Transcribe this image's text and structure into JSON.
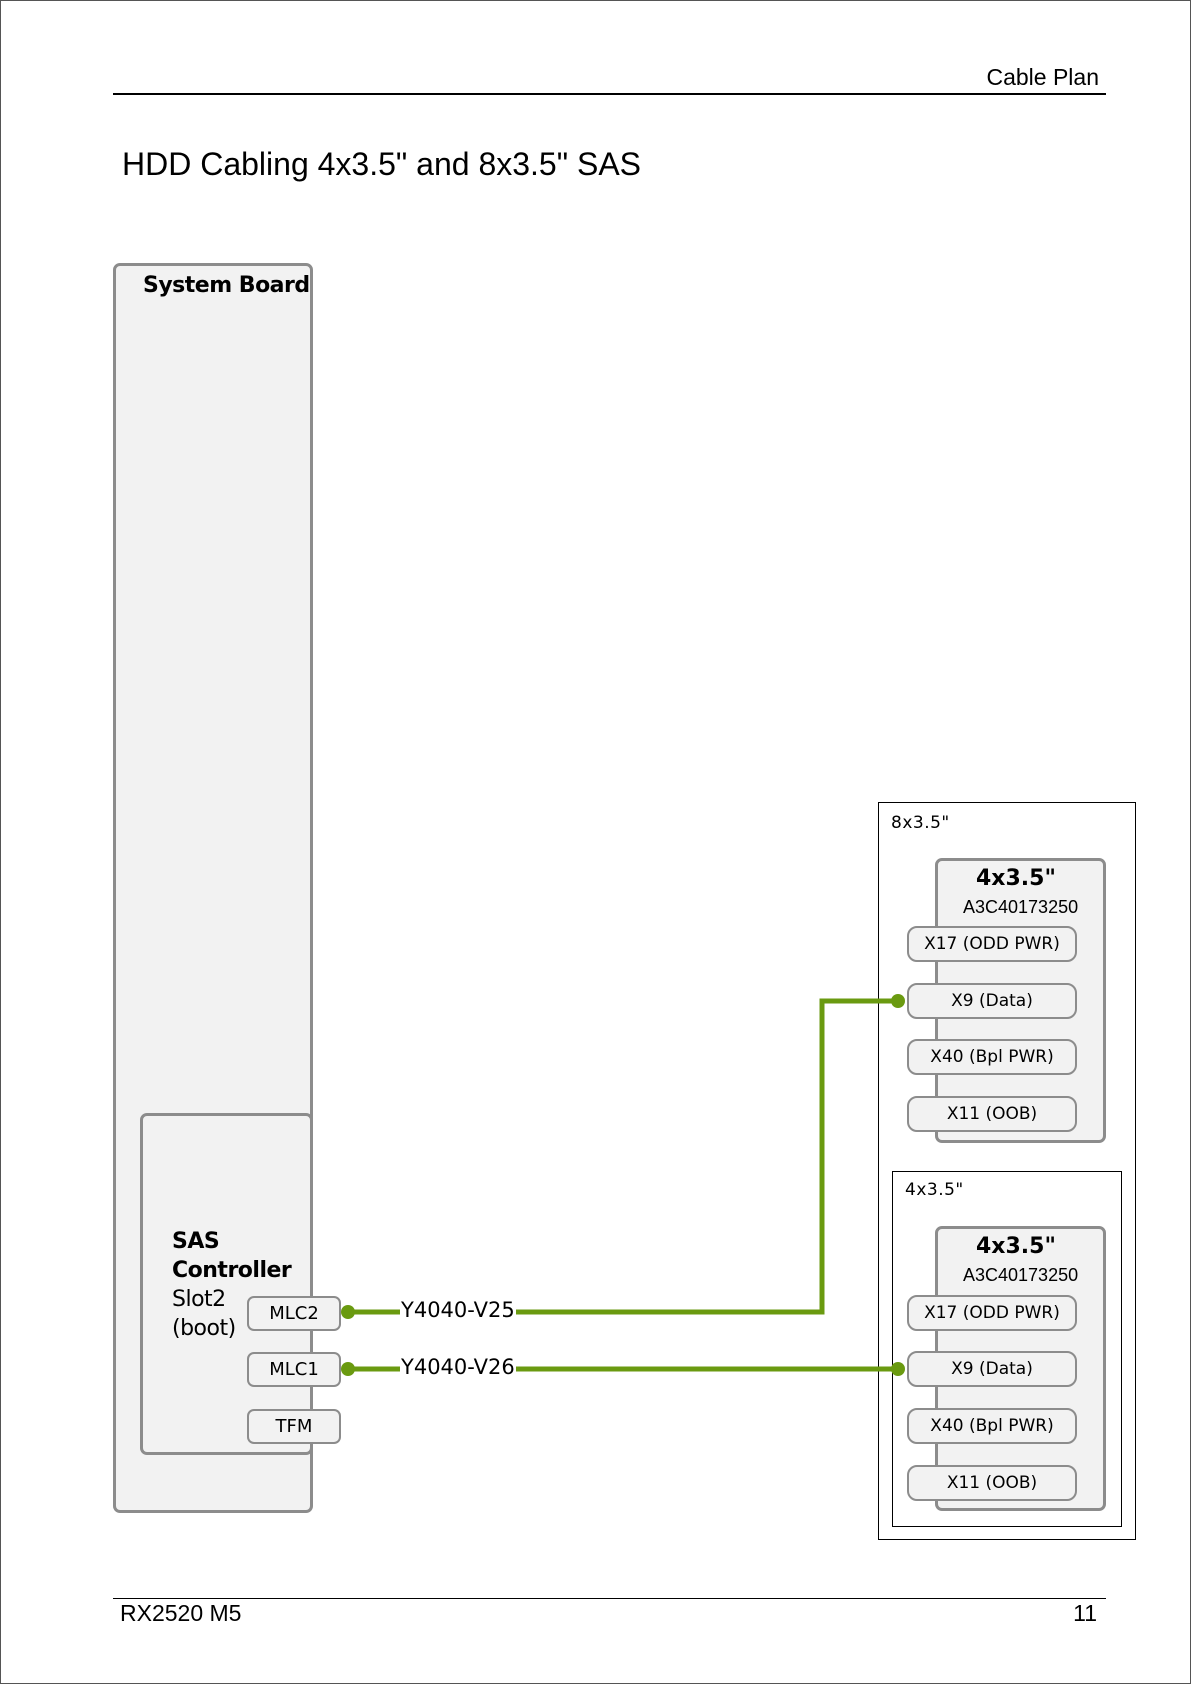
{
  "header": {
    "section": "Cable Plan"
  },
  "title": "HDD Cabling 4x3.5\" and 8x3.5\" SAS",
  "footer": {
    "model": "RX2520 M5",
    "page": "11"
  },
  "system_board": {
    "label": "System Board"
  },
  "sas_controller": {
    "name_line1": "SAS",
    "name_line2": "Controller",
    "slot": "Slot2",
    "note": "(boot)",
    "ports": [
      "MLC2",
      "MLC1",
      "TFM"
    ]
  },
  "enclosures": {
    "outer_label": "8x3.5\"",
    "inner_label": "4x3.5\""
  },
  "backplanes": [
    {
      "title": "4x3.5\"",
      "part": "A3C40173250",
      "ports": [
        "X17 (ODD PWR)",
        "X9 (Data)",
        "X40 (Bpl PWR)",
        "X11 (OOB)"
      ]
    },
    {
      "title": "4x3.5\"",
      "part": "A3C40173250",
      "ports": [
        "X17 (ODD PWR)",
        "X9 (Data)",
        "X40 (Bpl PWR)",
        "X11 (OOB)"
      ]
    }
  ],
  "cables": [
    {
      "label": "Y4040-V25",
      "from": "MLC2",
      "to": "backplane 1 X9 (Data)"
    },
    {
      "label": "Y4040-V26",
      "from": "MLC1",
      "to": "backplane 2 X9 (Data)"
    }
  ],
  "colors": {
    "cable": "#6a9a10",
    "box_fill": "#f2f2f2",
    "box_border": "#8c8c8c"
  }
}
